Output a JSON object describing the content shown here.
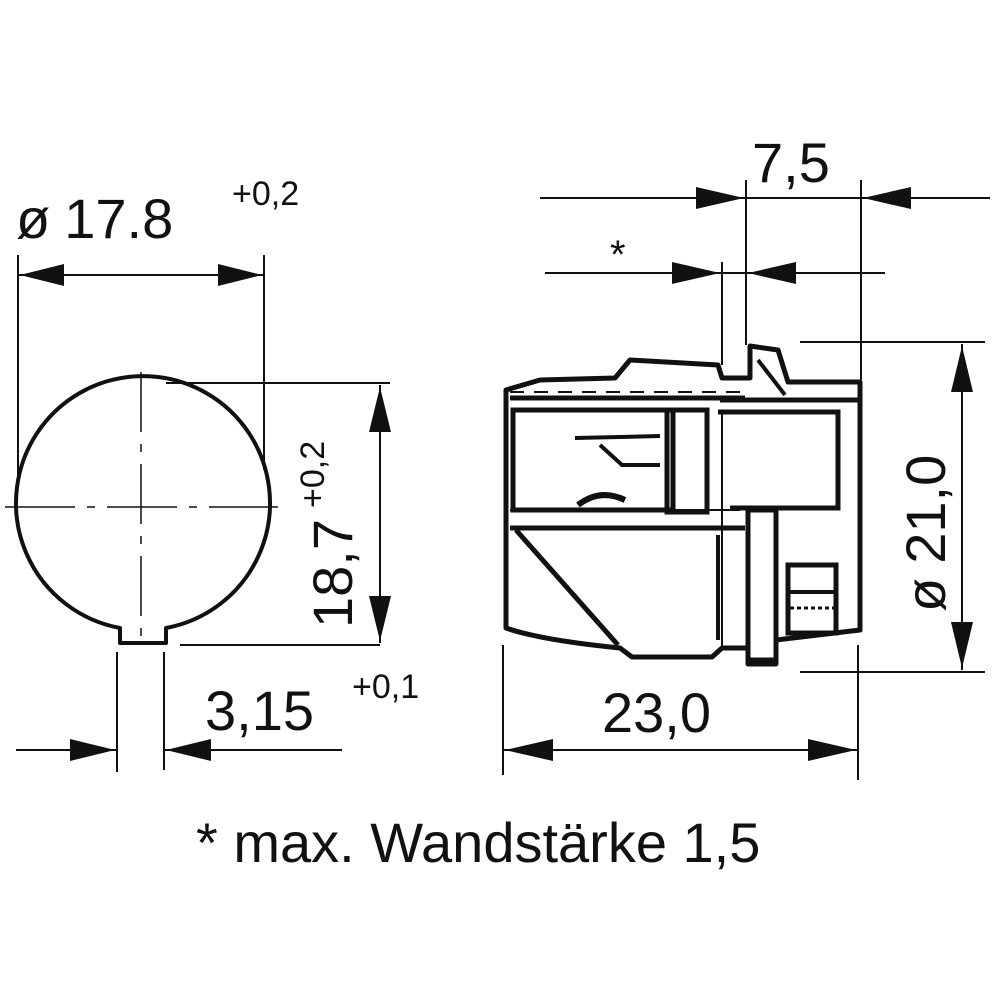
{
  "drawing": {
    "colors": {
      "ink": "#111111",
      "background": "#ffffff"
    },
    "front_view": {
      "diameter": {
        "symbol": "ø",
        "value": "17.8",
        "tolerance": "+0,2"
      },
      "height": {
        "value": "18,7",
        "tolerance": "+0,2"
      },
      "key_width": {
        "value": "3,15",
        "tolerance": "+0,1"
      }
    },
    "side_view": {
      "flange_width": {
        "value": "7,5"
      },
      "wall_marker": {
        "value": "*"
      },
      "outer_diameter": {
        "symbol": "ø",
        "value": "21,0"
      },
      "length": {
        "value": "23,0"
      }
    },
    "footnote": {
      "text": "* max. Wandstärke 1,5"
    }
  }
}
